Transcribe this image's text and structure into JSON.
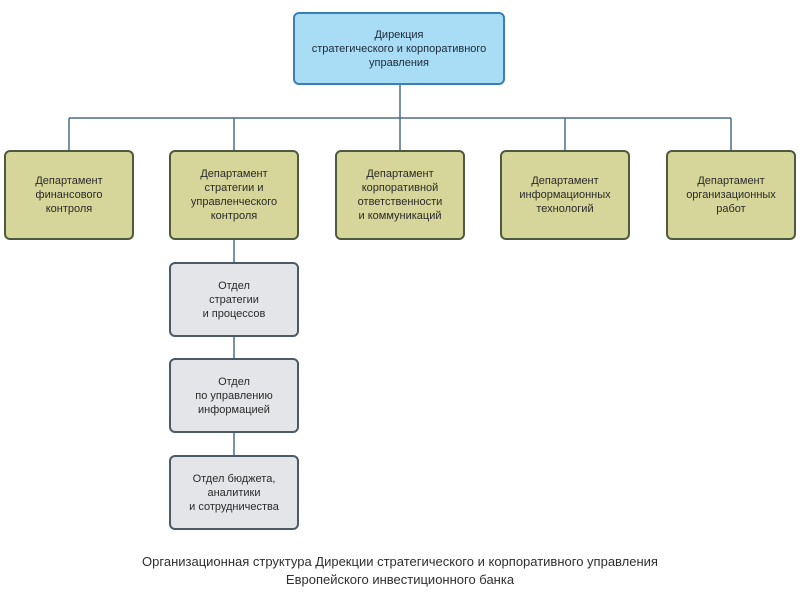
{
  "root": {
    "label": "Дирекция\nстратегического и корпоративного\nуправления"
  },
  "departments": [
    {
      "label": "Департамент\nфинансового\nконтроля"
    },
    {
      "label": "Департамент\nстратегии и\nуправленческого\nконтроля"
    },
    {
      "label": "Департамент\nкорпоративной\nответственности\nи коммуникаций"
    },
    {
      "label": "Департамент\nинформационных\nтехнологий"
    },
    {
      "label": "Департамент\nорганизационных\nработ"
    }
  ],
  "sub_units": [
    {
      "label": "Отдел\nстратегии\nи процессов"
    },
    {
      "label": "Отдел\nпо управлению\nинформацией"
    },
    {
      "label": "Отдел бюджета,\nаналитики\nи сотрудничества"
    }
  ],
  "caption": {
    "line1": "Организационная структура Дирекции стратегического и корпоративного управления",
    "line2": "Европейского инвестиционного банка"
  },
  "colors": {
    "root_fill": "#a9dcf5",
    "department_fill": "#d6d69a",
    "sub_unit_fill": "#e3e5e8",
    "connector": "#4a6b8a"
  }
}
